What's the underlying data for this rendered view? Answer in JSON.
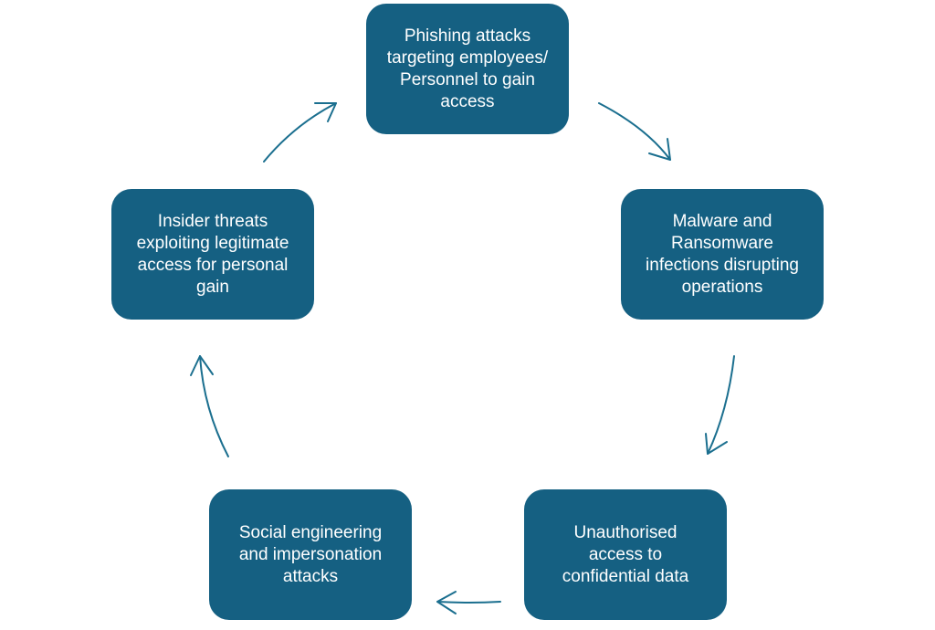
{
  "diagram": {
    "type": "cycle",
    "colors": {
      "node_fill": "#156082",
      "node_text": "#ffffff",
      "arrow": "#1b6f8f",
      "background": "#ffffff"
    },
    "nodes": [
      {
        "label": "Phishing attacks\ntargeting employees/\nPersonnel to gain\naccess"
      },
      {
        "label": "Malware and\nRansomware\ninfections disrupting\noperations"
      },
      {
        "label": "Unauthorised\naccess to\nconfidential data"
      },
      {
        "label": "Social engineering\nand impersonation\nattacks"
      },
      {
        "label": "Insider threats\nexploiting legitimate\naccess for personal\ngain"
      }
    ],
    "edges": [
      {
        "from": 0,
        "to": 1
      },
      {
        "from": 1,
        "to": 2
      },
      {
        "from": 2,
        "to": 3
      },
      {
        "from": 3,
        "to": 4
      },
      {
        "from": 4,
        "to": 0
      }
    ]
  }
}
